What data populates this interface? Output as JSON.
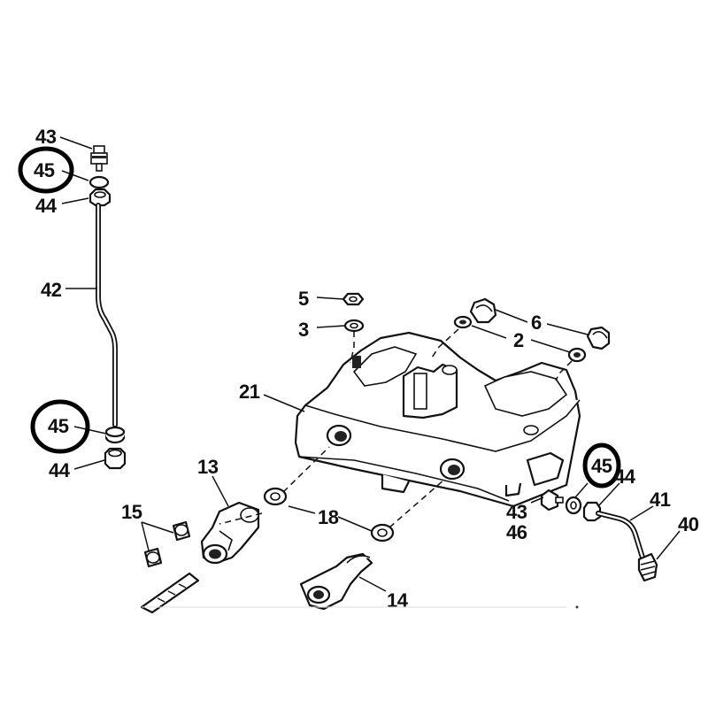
{
  "callouts": {
    "c43_top": "43",
    "c45_top": "45",
    "c44_top": "44",
    "c42": "42",
    "c45_mid": "45",
    "c44_mid": "44",
    "c5": "5",
    "c3": "3",
    "c6": "6",
    "c2": "2",
    "c21": "21",
    "c13": "13",
    "c15": "15",
    "c18": "18",
    "c14": "14",
    "c45_right": "45",
    "c44_right": "44",
    "c41": "41",
    "c40": "40",
    "c43_right": "43",
    "c46": "46"
  },
  "highlight_color": "#000000",
  "line_color": "#111111",
  "background_color": "#ffffff"
}
